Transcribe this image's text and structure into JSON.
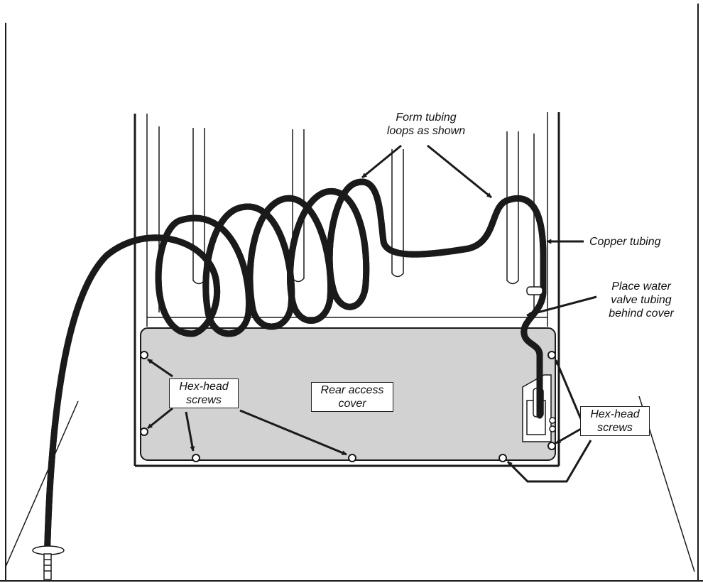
{
  "labels": {
    "form_tubing": [
      "Form tubing",
      "loops as shown"
    ],
    "copper_tubing": "Copper tubing",
    "place_water_valve": [
      "Place water",
      "valve tubing",
      "behind cover"
    ],
    "hex_head_left": [
      "Hex-head",
      "screws"
    ],
    "rear_access_cover": [
      "Rear access",
      "cover"
    ],
    "hex_head_right": [
      "Hex-head",
      "screws"
    ]
  },
  "colors": {
    "line": "#1a1a1a",
    "cover_fill": "#d2d2d2",
    "background": "#ffffff"
  }
}
